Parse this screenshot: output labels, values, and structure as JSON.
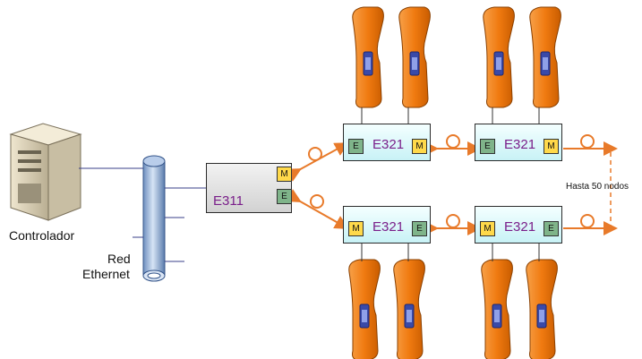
{
  "labels": {
    "controller": "Controlador",
    "network_line1": "Red",
    "network_line2": "Ethernet",
    "max_nodes": "Hasta 50 nodos"
  },
  "ports": {
    "m": "M",
    "e": "E"
  },
  "nodes": {
    "e311": "E311",
    "e321_top_left": "E321",
    "e321_top_right": "E321",
    "e321_bottom_left": "E321",
    "e321_bottom_right": "E321"
  },
  "colors": {
    "phone_orange": "#f07a10",
    "link_orange": "#f08a3c",
    "node_fill": "#cdf3f7",
    "port_m": "#ffd94a",
    "port_e": "#7fb48a",
    "title_purple": "#7a1f8a",
    "ethernet_pipe": "#8fb0d8"
  },
  "icons": [
    "server-icon",
    "ethernet-pipe-icon",
    "handset-icon",
    "fiber-loop-icon"
  ]
}
